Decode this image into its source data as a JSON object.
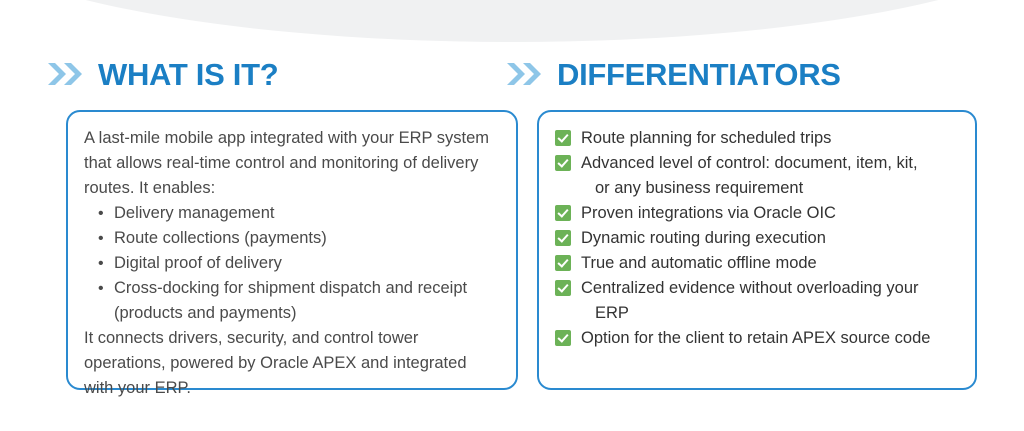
{
  "decor": {
    "arc_color": "#f0f1f2",
    "accent_blue": "#1b7fc4",
    "chevron_color": "#8ec6e8",
    "card_border": "#2a8ad0",
    "check_green": "#6cb257",
    "body_text_color": "#4a4a4a"
  },
  "left": {
    "heading": "WHAT IS IT?",
    "chevron_icon": "double-chevron-right",
    "intro": "A last-mile mobile app integrated with your ERP system that allows real-time control and monitoring of delivery routes. It enables:",
    "bullets": [
      "Delivery management",
      "Route collections (payments)",
      "Digital proof of delivery",
      "Cross-docking for shipment dispatch and receipt (products and payments)"
    ],
    "outro": "It connects drivers, security, and control tower operations, powered by Oracle APEX and integrated with your ERP."
  },
  "right": {
    "heading": "DIFFERENTIATORS",
    "chevron_icon": "double-chevron-right",
    "items": [
      {
        "text": "Route planning for scheduled trips",
        "continuation": ""
      },
      {
        "text": "Advanced level of control: document, item, kit,",
        "continuation": "or any business requirement"
      },
      {
        "text": "Proven integrations via Oracle OIC",
        "continuation": ""
      },
      {
        "text": "Dynamic routing during execution",
        "continuation": ""
      },
      {
        "text": "True and automatic offline mode",
        "continuation": ""
      },
      {
        "text": "Centralized evidence without overloading your",
        "continuation": "ERP"
      },
      {
        "text": "Option for the client to retain APEX source code",
        "continuation": ""
      }
    ]
  }
}
